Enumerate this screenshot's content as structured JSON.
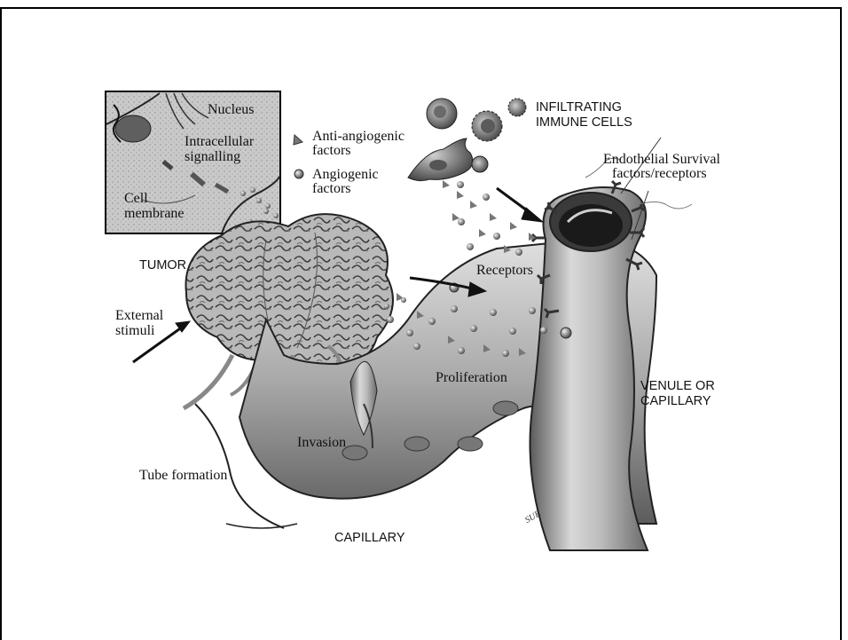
{
  "diagram": {
    "inset": {
      "nucleus": "Nucleus",
      "signalling_1": "Intracellular",
      "signalling_2": "signalling",
      "membrane_1": "Cell",
      "membrane_2": "membrane"
    },
    "legend": {
      "anti_1": "Anti-angiogenic",
      "anti_2": "factors",
      "angio_1": "Angiogenic",
      "angio_2": "factors"
    },
    "immune_1": "INFILTRATING",
    "immune_2": "IMMUNE CELLS",
    "survival_1": "Endothelial Survival",
    "survival_2": "factors/receptors",
    "tumor": "TUMOR",
    "receptors": "Receptors",
    "external_1": "External",
    "external_2": "stimuli",
    "proliferation": "Proliferation",
    "venule_1": "VENULE OR",
    "venule_2": "CAPILLARY",
    "invasion": "Invasion",
    "tube_formation": "Tube formation",
    "capillary": "CAPILLARY",
    "signature": "SUE"
  }
}
